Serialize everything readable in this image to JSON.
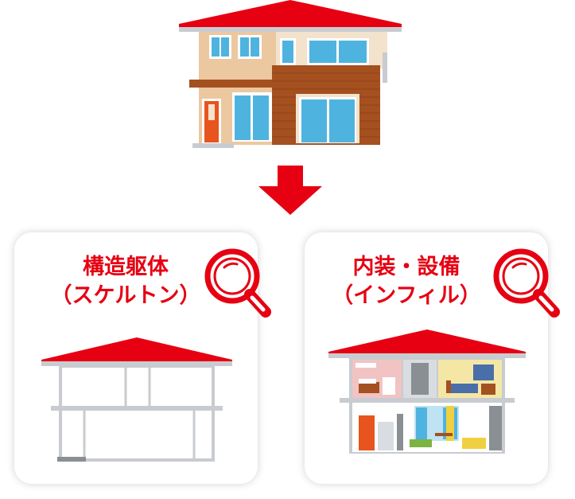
{
  "colors": {
    "accent_red": "#e60012",
    "roof_red": "#e60012",
    "window_blue": "#4fb3df",
    "wall_beige": "#ecc8a0",
    "wall_brown": "#a5501f",
    "door_orange": "#e8541d",
    "gray": "#c8ccd0"
  },
  "diagram": {
    "top": {
      "icon": "house-icon"
    },
    "arrow": {
      "icon": "arrow-down-icon"
    },
    "cards": [
      {
        "title_line1": "構造躯体",
        "title_line2": "（スケルトン）",
        "icon": "magnifier-icon",
        "illustration": "skeleton-house-icon"
      },
      {
        "title_line1": "内装・設備",
        "title_line2": "（インフィル）",
        "icon": "magnifier-icon",
        "illustration": "infill-house-icon"
      }
    ]
  }
}
